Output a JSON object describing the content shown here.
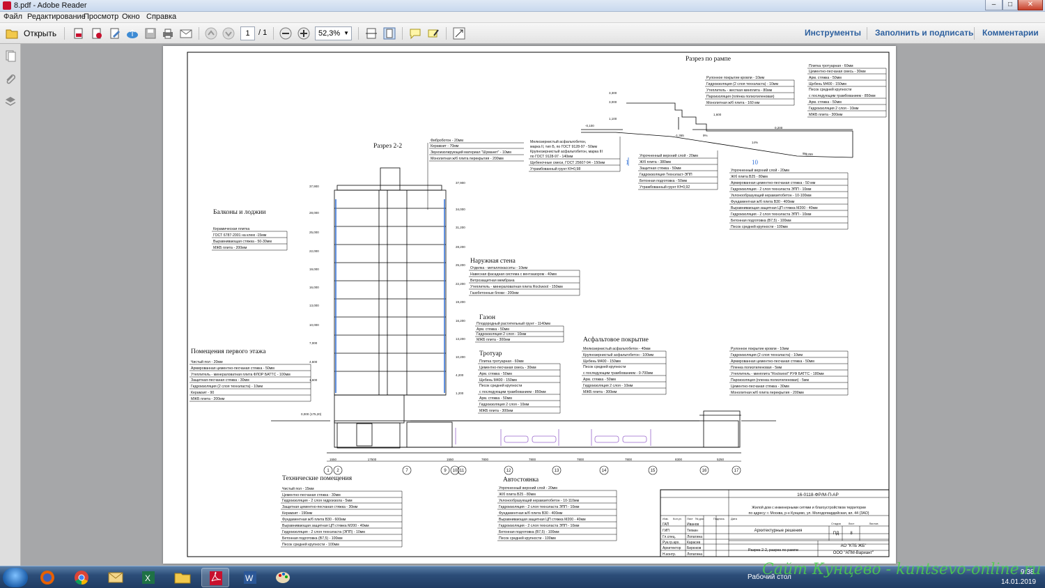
{
  "window": {
    "title": "8.pdf - Adobe Reader",
    "min": "–",
    "max": "□",
    "close": "✕"
  },
  "menu": [
    "Файл",
    "Редактирование",
    "Просмотр",
    "Окно",
    "Справка"
  ],
  "toolbar": {
    "open_label": "Открыть",
    "page_current": "1",
    "page_total": "/ 1",
    "zoom": "52,3%",
    "tools": "Инструменты",
    "fill_sign": "Заполнить и подписать",
    "comments": "Комментарии"
  },
  "drawing": {
    "section_22": "Разрез 2-2",
    "ramp_section": "Разрез по рампе",
    "balconies": {
      "title": "Балконы и лоджии",
      "layers": [
        "Керамическая плитка",
        "ГОСТ 6787-2001 на клею -15мм",
        "Выравнивающая стяжка - 50-30мм",
        "МЖБ плита - 200мм"
      ]
    },
    "roof_top": {
      "layers": [
        "Фиброботон - 20мм",
        "Керамзит - 70мм",
        "Звукоизолирующий материал \"Шуманет\" - 10мм",
        "Монолитная ж/б плита перекрытия - 200мм"
      ]
    },
    "ramp_top": {
      "layers": [
        "Мелкозернистый асфальтобетон,",
        "марка II, тип Б, по ГОСТ 9128-97 - 50мм",
        "Крупнозернистый асфальтобетон, марка III",
        "по ГОСТ 9128-97 - 140мм",
        "Щебеночные смеси, ГОСТ 25607-94 - 150мм",
        "Утрамбованный грунт Kf=0,98"
      ]
    },
    "ramp_mid": {
      "layers": [
        "Упрочненный верхний слой - 20мм",
        "Ж/б плита - 380мм",
        "Защитная стяжка - 50мм",
        "Гидроизоляция Технэласт-ЭПП",
        "Бетонная подготовка - 50мм",
        "Утрамбованный грунт Kf=0,92"
      ]
    },
    "roof_right": {
      "layers": [
        "Рулонное покрытие кровли - 10мм",
        "Гидроизоляция (2 слоя технэласта) - 10мм",
        "Утеплитель - жесткая минплита - 80мм",
        "Пароизоляция (плёнка полиэтиленовая)",
        "Монолитная ж/б плита - 160 мм"
      ]
    },
    "pavement_right": {
      "layers": [
        "Плитка тротуарная - 60мм",
        "Цементно-песчаная смесь - 30мм",
        "Арм. стяжка - 50мм",
        "Щебень М400 - 150мм",
        "Песок средней крупности",
        "с последующим трамбованием - 850мм",
        "Арм. стяжка - 50мм",
        "Гидроизоляция 2 слоя - 10мм",
        "МЖБ плита - 300мм"
      ]
    },
    "ramp_floor": {
      "layers": [
        "Упрочненный верхний слой - 20мм",
        "Ж/б плита В25 - 80мм",
        "Армированная цементно-песчаная стяжка - 50 мм",
        "Гидроизоляция - 2 слоя технэласта ЭПП - 10мм",
        "Уклонообразующий керамзитобетон - 10-100мм",
        "Фундаментная ж/б плита В30 - 400мм",
        "Выравнивающая защитная ЦП стяжка М200 - 40мм",
        "Гидроизоляция - 2 слоя технэласта ЭПП - 10мм",
        "Бетонная подготовка (В7,5) - 100мм",
        "Песок средней крупности - 100мм"
      ]
    },
    "outer_wall": {
      "title": "Наружная стена",
      "layers": [
        "Отделка - металлокассеты - 10мм",
        "Навесная фасадная система с вентзазором - 40мм",
        "Ветрозащитная мембрана",
        "Утеплитель - минераловатная плита Rockwool - 150мм",
        "Газобетонные блоки - 200мм"
      ]
    },
    "lawn": {
      "title": "Газон",
      "layers": [
        "Плодородный растительный грунт - 1140мм",
        "Арм. стяжка - 50мм",
        "Гидроизоляция 2 слоя - 10мм",
        "МЖБ плита - 300мм"
      ]
    },
    "sidewalk": {
      "title": "Тротуар",
      "layers": [
        "Плитка тротуарная - 60мм",
        "Цементно-песчаная смесь - 30мм",
        "Арм. стяжка - 50мм",
        "Щебень М400 - 150мм",
        "Песок средней крупности",
        "с последующим трамбованием - 850мм",
        "Арм. стяжка - 50мм",
        "Гидроизоляция 2 слоя - 10мм",
        "МЖБ плита - 300мм"
      ]
    },
    "asphalt": {
      "title": "Асфальтовое покрытие",
      "layers": [
        "Мелкозернистый асфальтобетон - 40мм",
        "Крупнозернистый асфальтобетон - 100мм",
        "Щебень М400 - 150мм",
        "Песок средней крупности",
        "с последующим трамбованием - 0-700мм",
        "Арм. стяжка - 50мм",
        "Гидроизоляция 2 слоя - 10мм",
        "МЖБ плита - 300мм"
      ]
    },
    "roof_low": {
      "layers": [
        "Рулонное покрытие кровли - 10мм",
        "Гидроизоляция (2 слоя технэласта) - 10мм",
        "Армированная цементно-песчаная стяжка - 50мм",
        "Пленка полиэтиленовая - 5мм",
        "Утеплитель - минплита \"Rockwool\" РУФ БАТТС - 180мм",
        "Пароизоляция (пленка полиэтиленовая) - 5мм",
        "Цементно-песчаная стяжка - 30мм",
        "Монолитная ж/б плита перекрытия - 200мм"
      ]
    },
    "first_floor": {
      "title": "Помещения первого этажа",
      "layers": [
        "Чистый пол - 20мм",
        "Армированная цементно-песчаная стяжка - 50мм",
        "Утеплитель - минераловатная плита ФЛОР БАТТС - 100мм",
        "Защитная-песчаная стяжка - 30мм",
        "Гидроизоляция (2 слоя технэласта) - 10мм",
        "Керамзит - 90",
        "МЖБ плита - 200мм"
      ]
    },
    "technical": {
      "title": "Технические помещения",
      "layers": [
        "Чистый пол - 15мм",
        "Цементно-песчаная стяжка - 30мм",
        "Гидроизоляция - 2 слоя гидроизола - 5мм",
        "Защитная цементно-песчаная стяжка - 30мм",
        "Керамзит - 190мм",
        "Фундаментная ж/б плита В30 - 600мм",
        "Выравнивающая защитная ЦП стяжка М200 - 40мм",
        "Гидроизоляция - 2 слоя технэласта (ЭПП) - 10мм",
        "Бетонная подготовка (В7,5) - 100мм",
        "Песок средней крупности - 100мм"
      ]
    },
    "parking": {
      "title": "Автостоянка",
      "layers": [
        "Упрочненный верхний слой - 20мм",
        "Ж/б плита В25 - 80мм",
        "Уклонообразующий керамзитобетон - 10-110мм",
        "Гидроизоляция - 2 слоя технэласта ЭПП - 10мм",
        "Фундаментная ж/б плита В30 - 400мм",
        "Выравнивающая защитная ЦП стяжка М200 - 40мм",
        "Гидроизоляция - 2 слоя технэласта ЭПП - 10мм",
        "Бетонная подготовка (В7,5) - 100мм",
        "Песок средней крупности - 100мм"
      ]
    },
    "axes": [
      "1",
      "2",
      "7",
      "9",
      "10",
      "11",
      "12",
      "13",
      "14",
      "15",
      "16",
      "17"
    ],
    "dims": [
      "1550",
      "17500",
      "1550",
      "7800",
      "7800",
      "7800",
      "7800",
      "8300",
      "5250"
    ],
    "title_block": {
      "code": "16-0118-ФР/М-П-АР",
      "project": "Жилой дом с инженерными сетями и благоустройством территории",
      "address": "по адресу: г. Москва, р-н Кунцево, ул. Молодогвардейская, вл. 44 (ЗАО)",
      "section": "Архитектурные решения",
      "stage_h": "Стадия",
      "sheet_h": "Лист",
      "sheets_h": "Листов",
      "stage": "ПД",
      "sheet": "8",
      "sheet_name": "Разрез 2-2, разрез по рампе",
      "org1": "АО \"КТБ ЖБ\"",
      "org2": "ООО \"АПМ-Вариант\"",
      "cols": [
        "Изм.",
        "Кол.уч",
        "Лист",
        "№ док.",
        "Подпись",
        "Дата"
      ],
      "roles": [
        "ГАП",
        "ГИП",
        "Гл.спец.",
        "Рук.гр.арх.",
        "Архитектор",
        "Н.контр."
      ],
      "names": [
        "Иванов",
        "Тяпкин",
        "Лопатина",
        "Карасев",
        "Бирюков",
        "Лопатина"
      ]
    }
  },
  "taskbar": {
    "desk": "Рабочий стол",
    "time": "9:38",
    "date": "14.01.2019"
  },
  "watermark": "Сайт Кунцево - kuntsevo-online.ru"
}
